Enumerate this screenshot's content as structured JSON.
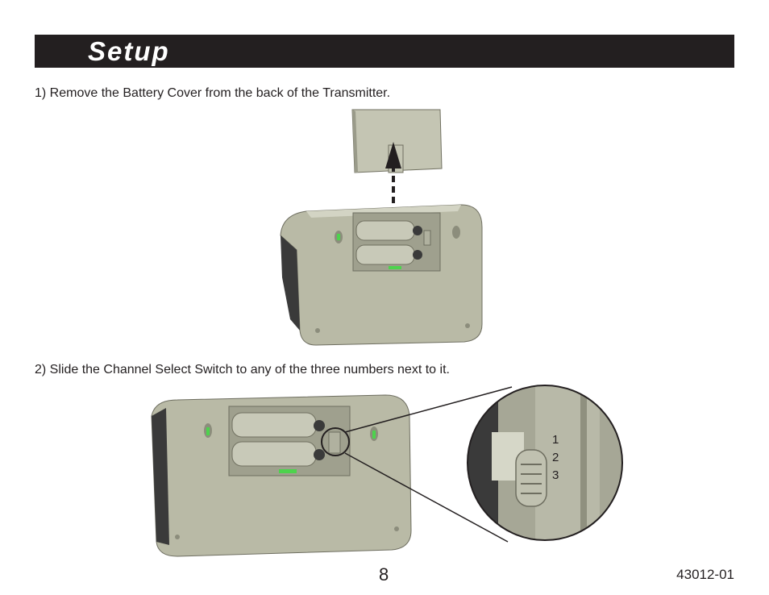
{
  "header": {
    "title": "Setup"
  },
  "steps": [
    {
      "text": "1) Remove the Battery Cover from the back of the Transmitter."
    },
    {
      "text": "2) Slide the Channel Select Switch to any of the three numbers next to it."
    }
  ],
  "switch_numbers": [
    "1",
    "2",
    "3"
  ],
  "footer": {
    "page_number": "8",
    "doc_code": "43012-01"
  },
  "colors": {
    "header_bg": "#231f20",
    "device_body": "#b9baa6",
    "device_dark": "#3a3a3a",
    "accent_green": "#4dd34d"
  }
}
